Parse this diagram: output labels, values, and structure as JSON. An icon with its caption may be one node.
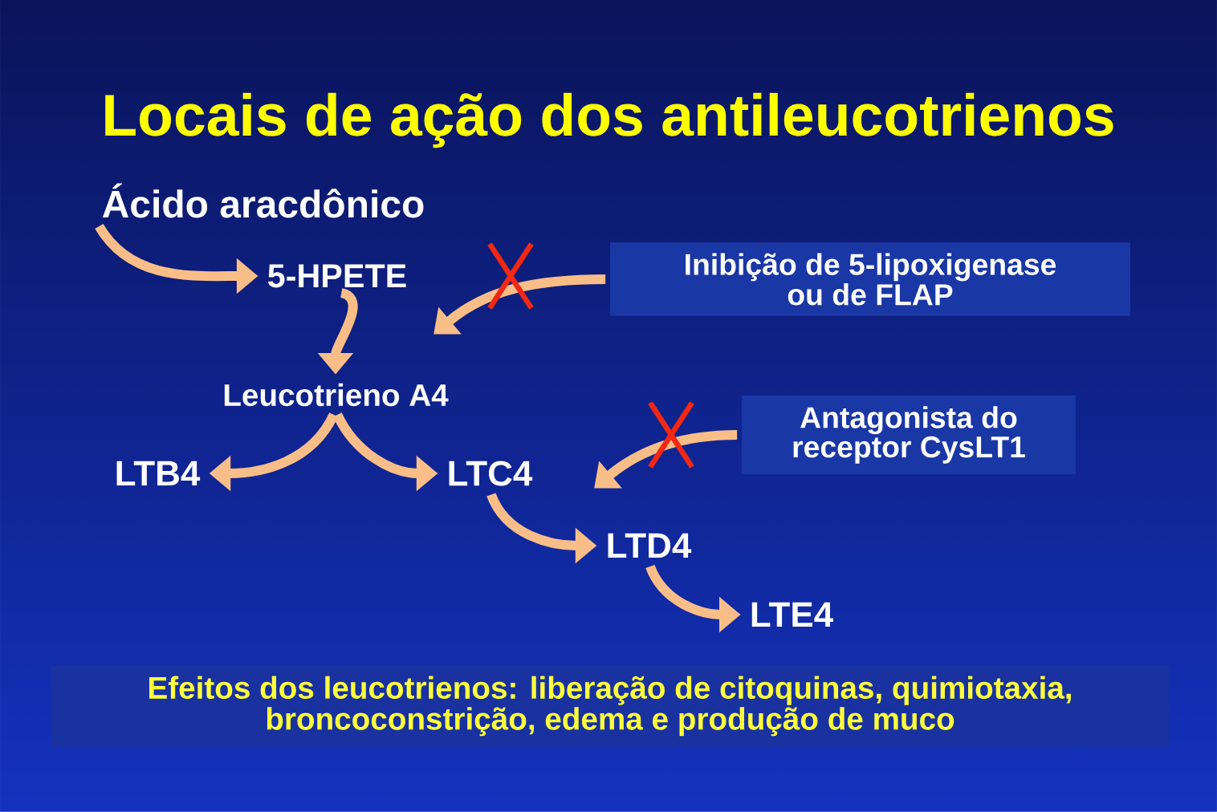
{
  "diagram": {
    "title": "Locais de ação dos antileucotrienos",
    "nodes": [
      {
        "text": [
          "Ácido aracdônico"
        ]
      },
      {
        "text": [
          "5-HPETE"
        ]
      },
      {
        "text": [
          "Inibição de 5-lipoxigenase ou de FLAP"
        ]
      },
      {
        "text": [
          "Leucotrieno A4"
        ]
      },
      {
        "text": [
          "Antagonista do receptor CysLT1"
        ]
      },
      {
        "text": [
          "LTB4"
        ]
      },
      {
        "text": [
          "LTC4"
        ]
      },
      {
        "text": [
          "LTD4"
        ]
      },
      {
        "text": [
          "LTE4"
        ]
      },
      {
        "text": [
          "Efeitos dos leucotrienos: liberação de citoquinas, quimiotaxia, broncoconstrição, edema e produção de muco"
        ]
      }
    ],
    "edges": [
      {
        "from": 0,
        "to": 1,
        "arrow": "to"
      },
      {
        "from": 1,
        "to": 3,
        "arrow": "to"
      },
      {
        "from": 2,
        "to": null,
        "arrow": "to"
      },
      {
        "from": 3,
        "to": 5,
        "arrow": "to"
      },
      {
        "from": 3,
        "to": 6,
        "arrow": "to"
      },
      {
        "from": 6,
        "to": 7,
        "arrow": "to"
      },
      {
        "from": 7,
        "to": 8,
        "arrow": "to"
      },
      {
        "from": 4,
        "to": null,
        "arrow": "to"
      }
    ]
  }
}
